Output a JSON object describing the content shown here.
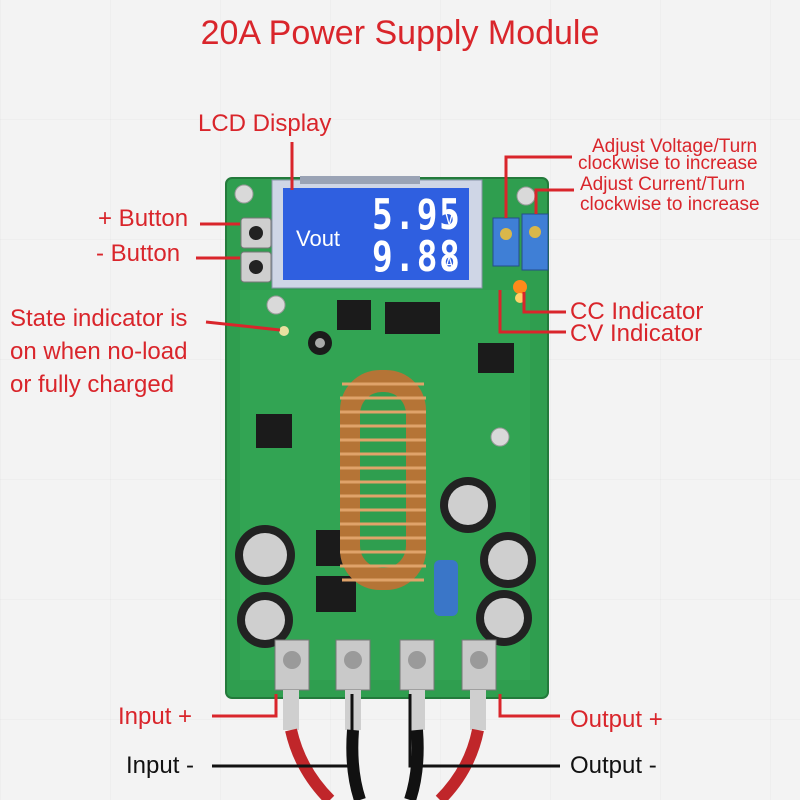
{
  "title": "20A Power Supply Module",
  "labels": {
    "lcd_display": "LCD Display",
    "plus_button": "+ Button",
    "minus_button": "- Button",
    "state_line1": "State indicator is",
    "state_line2": "on when no-load",
    "state_line3": "or fully charged",
    "adj_v_line1": "Adjust Voltage/Turn",
    "adj_v_line2": "clockwise to increase",
    "adj_c_line1": "Adjust Current/Turn",
    "adj_c_line2": "clockwise to increase",
    "cc_indicator": "CC Indicator",
    "cv_indicator": "CV Indicator",
    "input_plus": "Input +",
    "input_minus": "Input -",
    "output_plus": "Output +",
    "output_minus": "Output -"
  },
  "lcd": {
    "mode": "Vout",
    "voltage": "5.95",
    "voltage_unit": "V",
    "current": "9.88",
    "current_unit": "A"
  },
  "colors": {
    "label_red": "#d9252b",
    "pcb_green": "#2f9e4f",
    "lcd_blue": "#2f5fe0",
    "copper": "#c8874a"
  }
}
